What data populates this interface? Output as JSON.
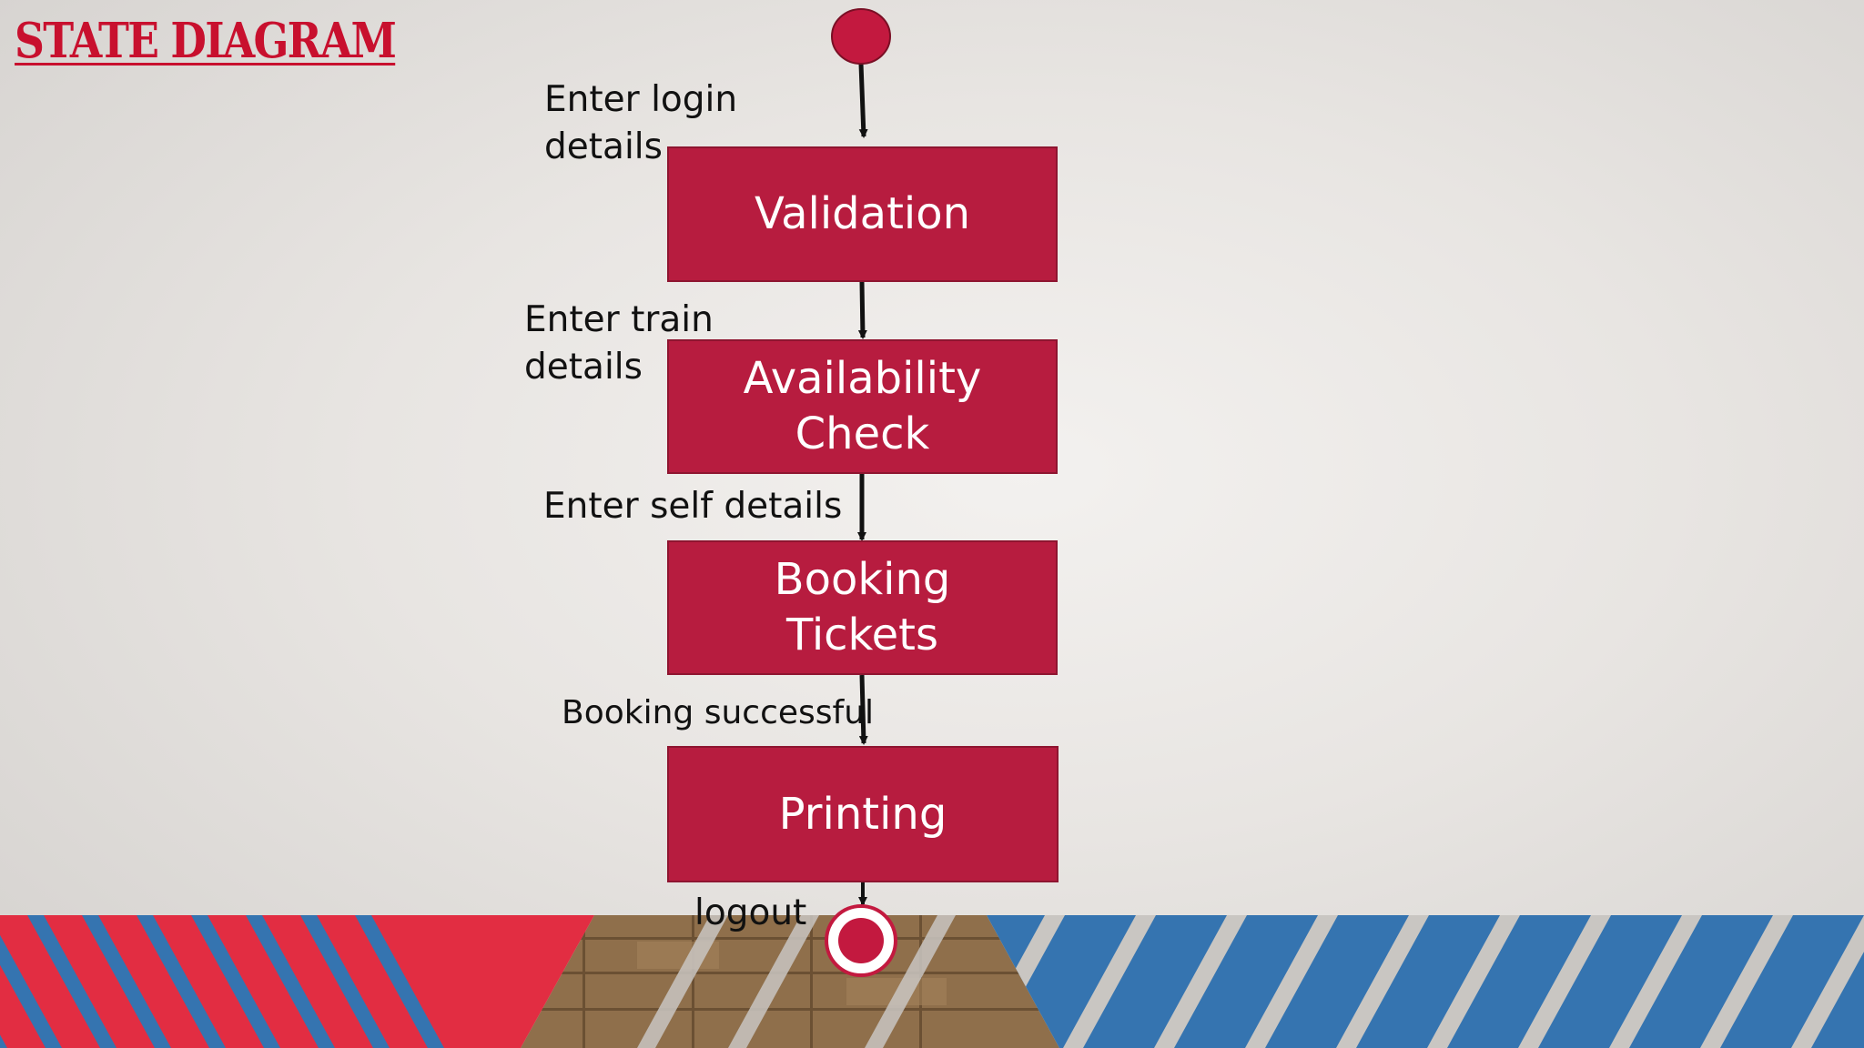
{
  "title": "STATE DIAGRAM",
  "colors": {
    "title": "#c8102e",
    "state_fill": "#b71c3f",
    "state_border": "#8e1530",
    "state_text": "#ffffff",
    "arrow": "#111111",
    "bottom_red": "#e22d42",
    "bottom_blue": "#3574b0",
    "floor_wood": "#8a6b48"
  },
  "states": [
    {
      "id": "validation",
      "lines": [
        "Validation"
      ]
    },
    {
      "id": "availability-check",
      "lines": [
        "Availability",
        "Check"
      ]
    },
    {
      "id": "booking-tickets",
      "lines": [
        "Booking",
        "Tickets"
      ]
    },
    {
      "id": "printing",
      "lines": [
        "Printing"
      ]
    }
  ],
  "transitions": [
    {
      "from": "start",
      "to": "validation",
      "lines": [
        "Enter login",
        "details"
      ]
    },
    {
      "from": "validation",
      "to": "availability-check",
      "lines": [
        "Enter train",
        "details"
      ]
    },
    {
      "from": "availability-check",
      "to": "booking-tickets",
      "lines": [
        "Enter self details"
      ]
    },
    {
      "from": "booking-tickets",
      "to": "printing",
      "lines": [
        "Booking successful"
      ]
    },
    {
      "from": "printing",
      "to": "end",
      "lines": [
        "logout"
      ]
    }
  ]
}
